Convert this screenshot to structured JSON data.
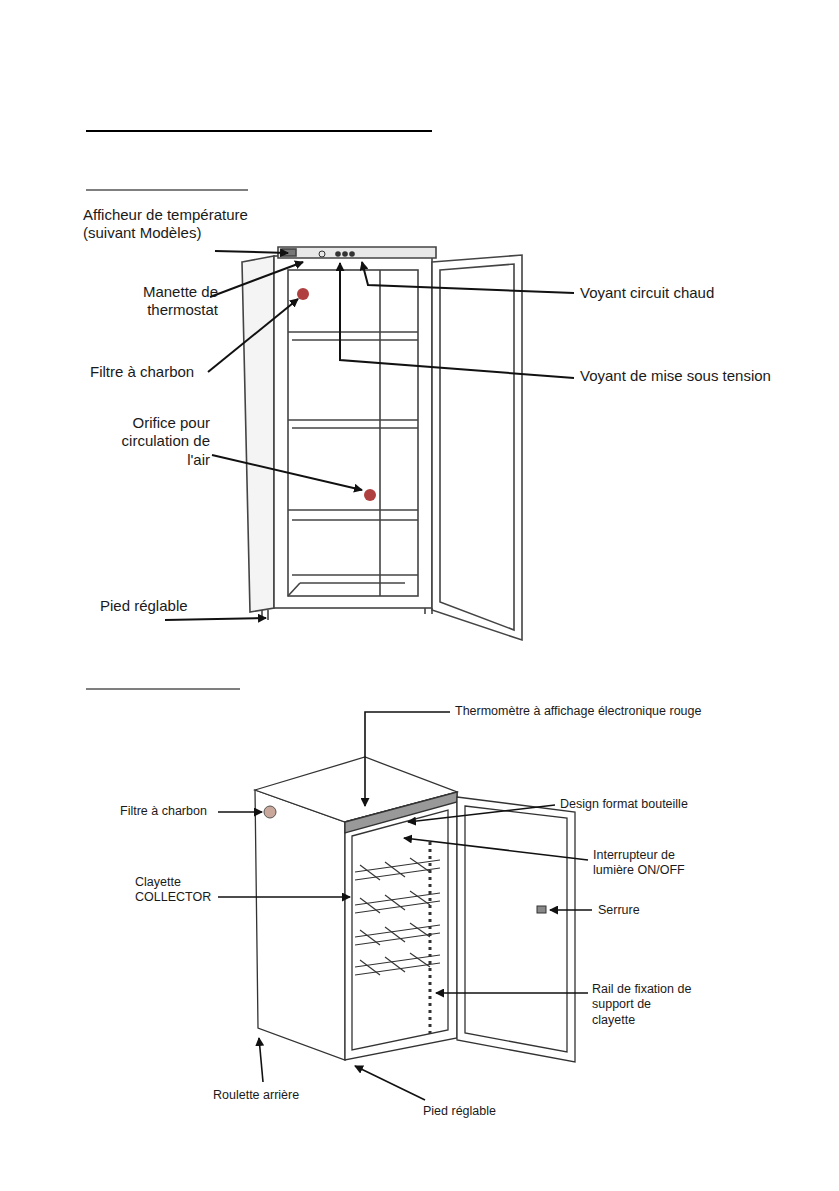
{
  "diagram": {
    "labels": [
      "Afficheur de température (suivant Modèles)",
      "Manette de thermostat",
      "Filtre à charbon",
      "Orifice pour circulation de l'air",
      "Pied réglable",
      "Voyant circuit chaud",
      "Voyant de mise sous tension",
      "Thermomètre à affichage électronique rouge",
      "Filtre à charbon",
      "Design format bouteille",
      "Clayette COLLECTOR",
      "Interrupteur de lumière ON/OFF",
      "Serrure",
      "Rail de fixation de support de clayette",
      "Roulette arrière",
      "Pied réglable"
    ]
  }
}
